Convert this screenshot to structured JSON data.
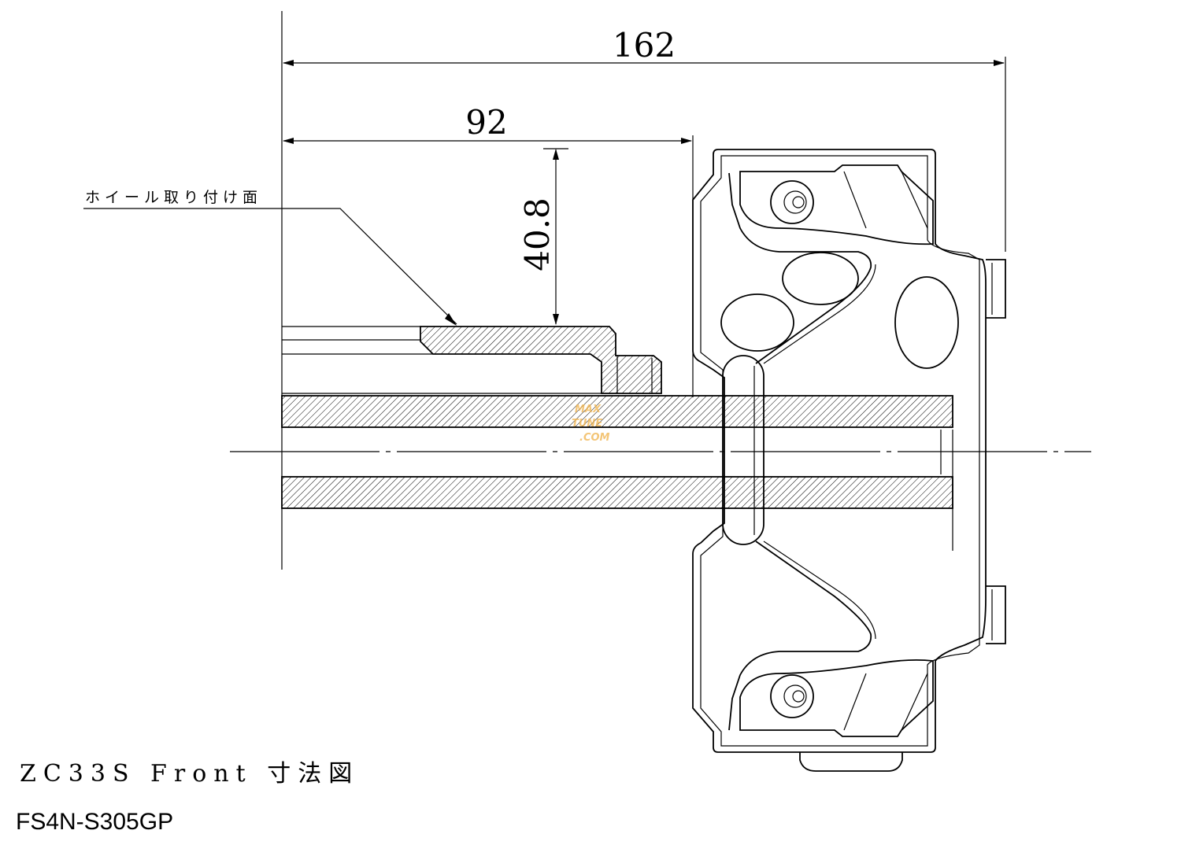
{
  "dimensions": {
    "overall_length": "162",
    "mount_offset": "92",
    "height": "40.8"
  },
  "labels": {
    "wheel_mount_face": "ホイール取り付け面"
  },
  "footer": {
    "model_title": "ZC33S Front 寸法図",
    "part_number": "FS4N-S305GP"
  },
  "watermark": {
    "line1": "MAX",
    "line2": "TUNE",
    "line3": ".COM"
  },
  "colors": {
    "line": "#000000",
    "background": "#ffffff",
    "watermark": "#f0b24a"
  }
}
